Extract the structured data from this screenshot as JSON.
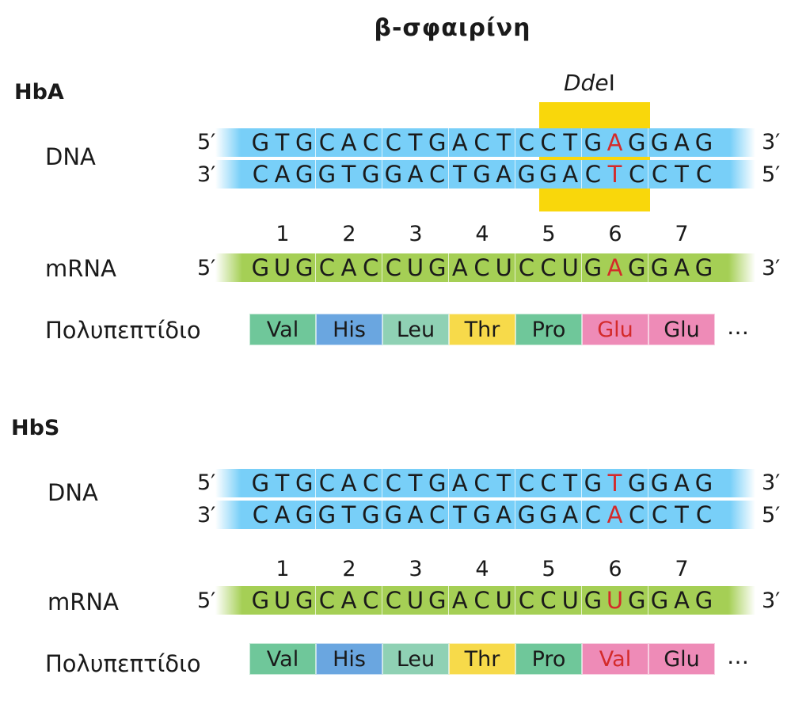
{
  "title": "β-σφαιρίνη",
  "enzyme": {
    "italic": "Dde",
    "suffix": "I"
  },
  "labels": {
    "dna": "DNA",
    "mrna": "mRNA",
    "polypeptide": "Πολυπεπτίδιο",
    "five": "5′",
    "three": "3′",
    "ellipsis": "…"
  },
  "codon_numbers": [
    "1",
    "2",
    "3",
    "4",
    "5",
    "6",
    "7"
  ],
  "hba": {
    "name": "HbA",
    "dna_top": [
      "GTG",
      "CAC",
      "CTG",
      "ACT",
      "CCT",
      "GAG",
      "GAG"
    ],
    "dna_bottom": [
      "CAG",
      "GTG",
      "GAC",
      "TGA",
      "GGA",
      "CTC",
      "CTC"
    ],
    "mrna": [
      "GUG",
      "CAC",
      "CUG",
      "ACU",
      "CCU",
      "GAG",
      "GAG"
    ],
    "peptide": [
      "Val",
      "His",
      "Leu",
      "Thr",
      "Pro",
      "Glu",
      "Glu"
    ],
    "peptide_colors": [
      "green",
      "blue",
      "ltgreen",
      "yellow",
      "green",
      "pink",
      "pink"
    ],
    "mutation_codon": 5,
    "mutation_pos": 1
  },
  "hbs": {
    "name": "HbS",
    "dna_top": [
      "GTG",
      "CAC",
      "CTG",
      "ACT",
      "CCT",
      "GTG",
      "GAG"
    ],
    "dna_bottom": [
      "CAG",
      "GTG",
      "GAC",
      "TGA",
      "GGA",
      "CAC",
      "CTC"
    ],
    "mrna": [
      "GUG",
      "CAC",
      "CUG",
      "ACU",
      "CCU",
      "GUG",
      "GAG"
    ],
    "peptide": [
      "Val",
      "His",
      "Leu",
      "Thr",
      "Pro",
      "Val",
      "Glu"
    ],
    "peptide_colors": [
      "green",
      "blue",
      "ltgreen",
      "yellow",
      "green",
      "pink",
      "pink"
    ],
    "mutation_codon": 5,
    "mutation_pos": 1
  },
  "colors": {
    "mutation": "#d42a2a",
    "enzyme_site": "#f9d70b",
    "dna": "#78cff8",
    "mrna": "#a5cf55"
  }
}
